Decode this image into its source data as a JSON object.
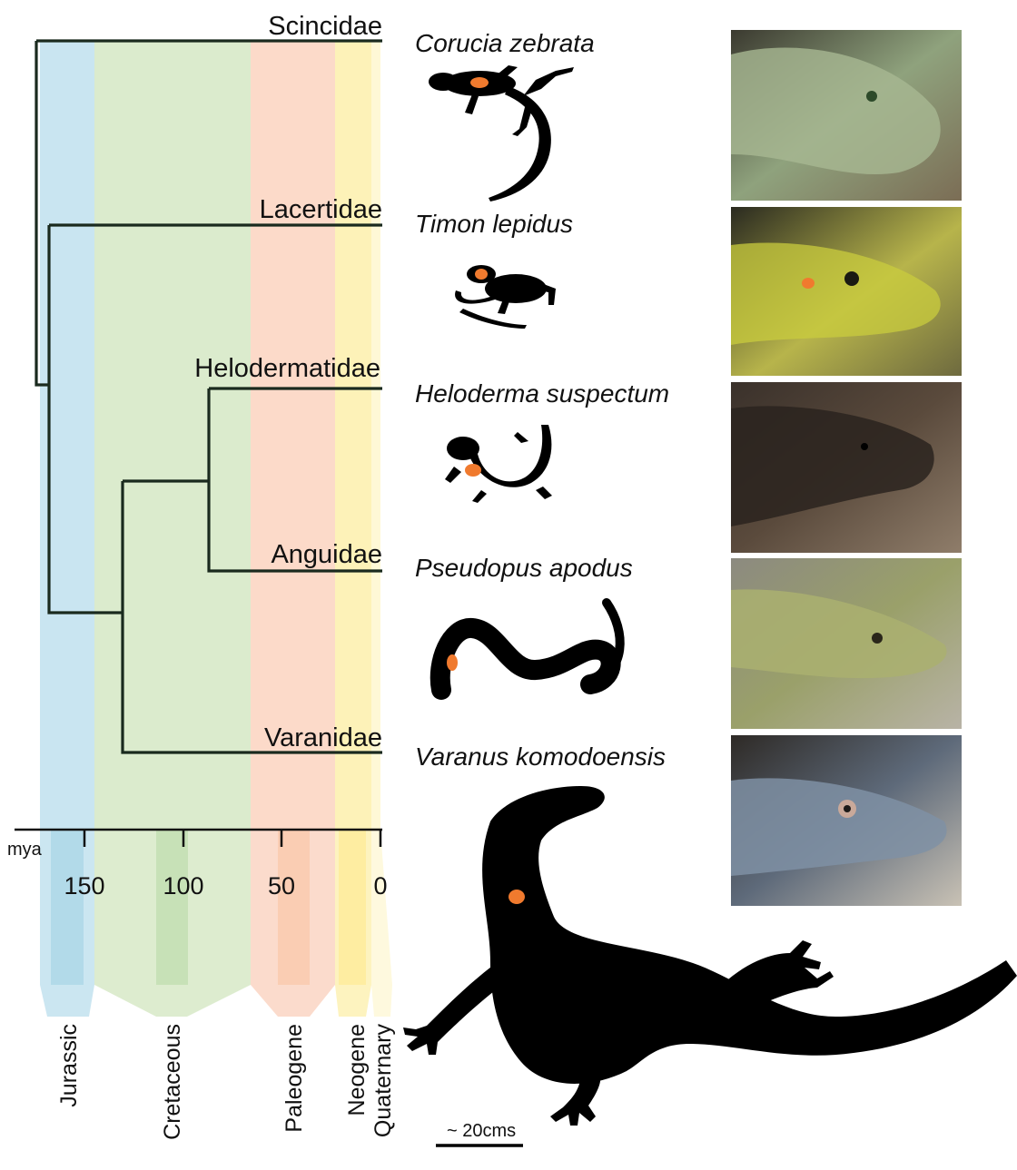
{
  "tree": {
    "taxa": [
      {
        "label": "Scincidae",
        "species": "Corucia zebrata",
        "photo_colors": [
          "#3b3a30",
          "#8fa27d",
          "#b0b48c",
          "#7b6d55"
        ]
      },
      {
        "label": "Lacertidae",
        "species": "Timon lepidus",
        "photo_colors": [
          "#2a2a20",
          "#b7b44b",
          "#c9cc3e",
          "#6e6a3f"
        ]
      },
      {
        "label": "Helodermatidae",
        "species": "Heloderma suspectum",
        "photo_colors": [
          "#3a312b",
          "#1f1b18",
          "#c89a6a",
          "#8f7d6a"
        ]
      },
      {
        "label": "Anguidae",
        "species": "Pseudopus apodus",
        "photo_colors": [
          "#8c8a80",
          "#aab070",
          "#7d7a4a",
          "#b8b3a6"
        ]
      },
      {
        "label": "Varanidae",
        "species": "Varanus komodoensis",
        "photo_colors": [
          "#2e2a26",
          "#5e6a7a",
          "#8c9cae",
          "#c9c2b5"
        ]
      }
    ]
  },
  "timescale": {
    "unit_label": "mya",
    "ticks": [
      "150",
      "100",
      "50",
      "0"
    ],
    "periods": [
      {
        "name": "Jurassic",
        "color": "#bfe0ee"
      },
      {
        "name": "Cretaceous",
        "color": "#d5e8c4"
      },
      {
        "name": "Paleogene",
        "color": "#fbd3c0"
      },
      {
        "name": "Neogene",
        "color": "#fdf1b0"
      },
      {
        "name": "Quaternary",
        "color": "#fef8d6"
      }
    ]
  },
  "scale_bar": {
    "label": "~ 20cms"
  },
  "colors": {
    "silhouette": "#000000",
    "marker": "#f07a2e"
  }
}
